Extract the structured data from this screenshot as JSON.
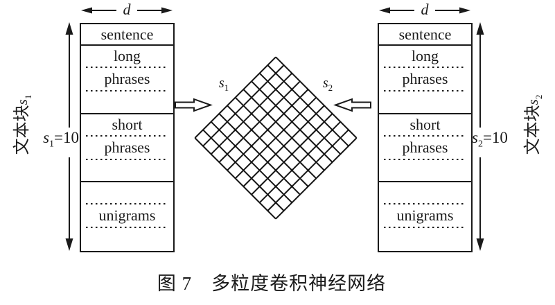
{
  "colors": {
    "ink": "#1a1a1a",
    "background": "#ffffff"
  },
  "caption": "图 7　多粒度卷积神经网络",
  "left_block": {
    "width_label": "d",
    "side_label": {
      "prefix": "文本块",
      "var": "s",
      "sub": "1"
    },
    "size_label": {
      "var": "s",
      "sub": "1",
      "value": "=10"
    },
    "table_rows": {
      "sentence": "sentence",
      "long_word": "long",
      "long_word2": "phrases",
      "short_word": "short",
      "short_word2": "phrases",
      "unigrams": "unigrams"
    }
  },
  "right_block": {
    "width_label": "d",
    "side_label": {
      "prefix": "文本块",
      "var": "s",
      "sub": "2"
    },
    "size_label": {
      "var": "s",
      "sub": "2",
      "value": "=10"
    },
    "table_rows": {
      "sentence": "sentence",
      "long_word": "long",
      "long_word2": "phrases",
      "short_word": "short",
      "short_word2": "phrases",
      "unigrams": "unigrams"
    }
  },
  "matrix": {
    "type": "grid",
    "rows": 10,
    "cols": 10,
    "left_axis": {
      "var": "s",
      "sub": "1"
    },
    "right_axis": {
      "var": "s",
      "sub": "2"
    }
  }
}
